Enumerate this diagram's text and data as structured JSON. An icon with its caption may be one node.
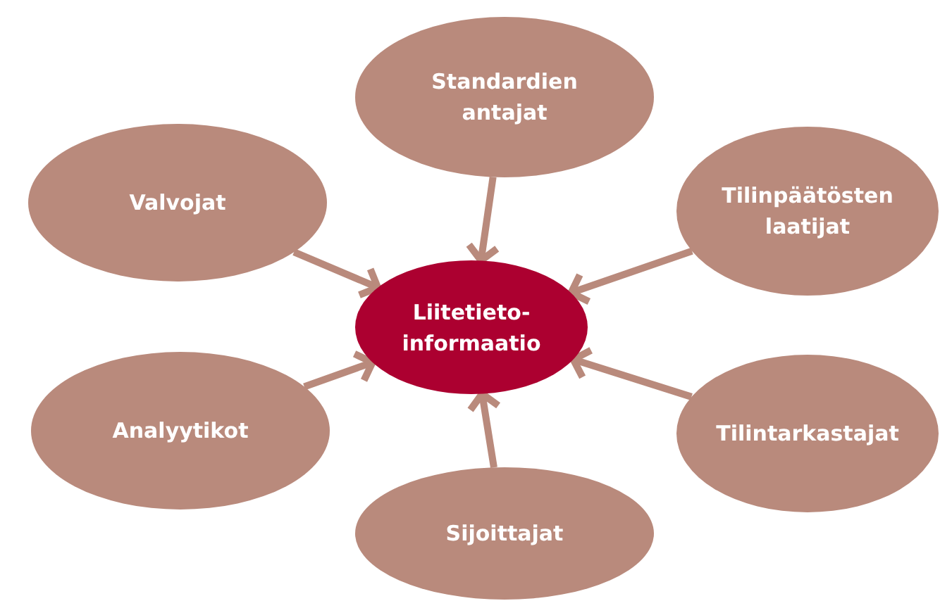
{
  "diagram": {
    "nodes": [
      {
        "text": [
          "Standardien antajat"
        ]
      },
      {
        "text": [
          "Valvojat"
        ]
      },
      {
        "text": [
          "Tilinpäätösten laatijat"
        ]
      },
      {
        "text": [
          "Liitetieto- informaatio"
        ]
      },
      {
        "text": [
          "Analyytikot"
        ]
      },
      {
        "text": [
          "Tilintarkastajat"
        ]
      },
      {
        "text": [
          "Sijoittajat"
        ]
      }
    ],
    "edges": [
      {
        "from": 0,
        "to": 3,
        "arrow": "to"
      },
      {
        "from": 1,
        "to": 3,
        "arrow": "to"
      },
      {
        "from": 2,
        "to": 3,
        "arrow": "to"
      },
      {
        "from": 4,
        "to": 3,
        "arrow": "to"
      },
      {
        "from": 5,
        "to": 3,
        "arrow": "to"
      },
      {
        "from": 6,
        "to": 3,
        "arrow": "to"
      }
    ]
  }
}
